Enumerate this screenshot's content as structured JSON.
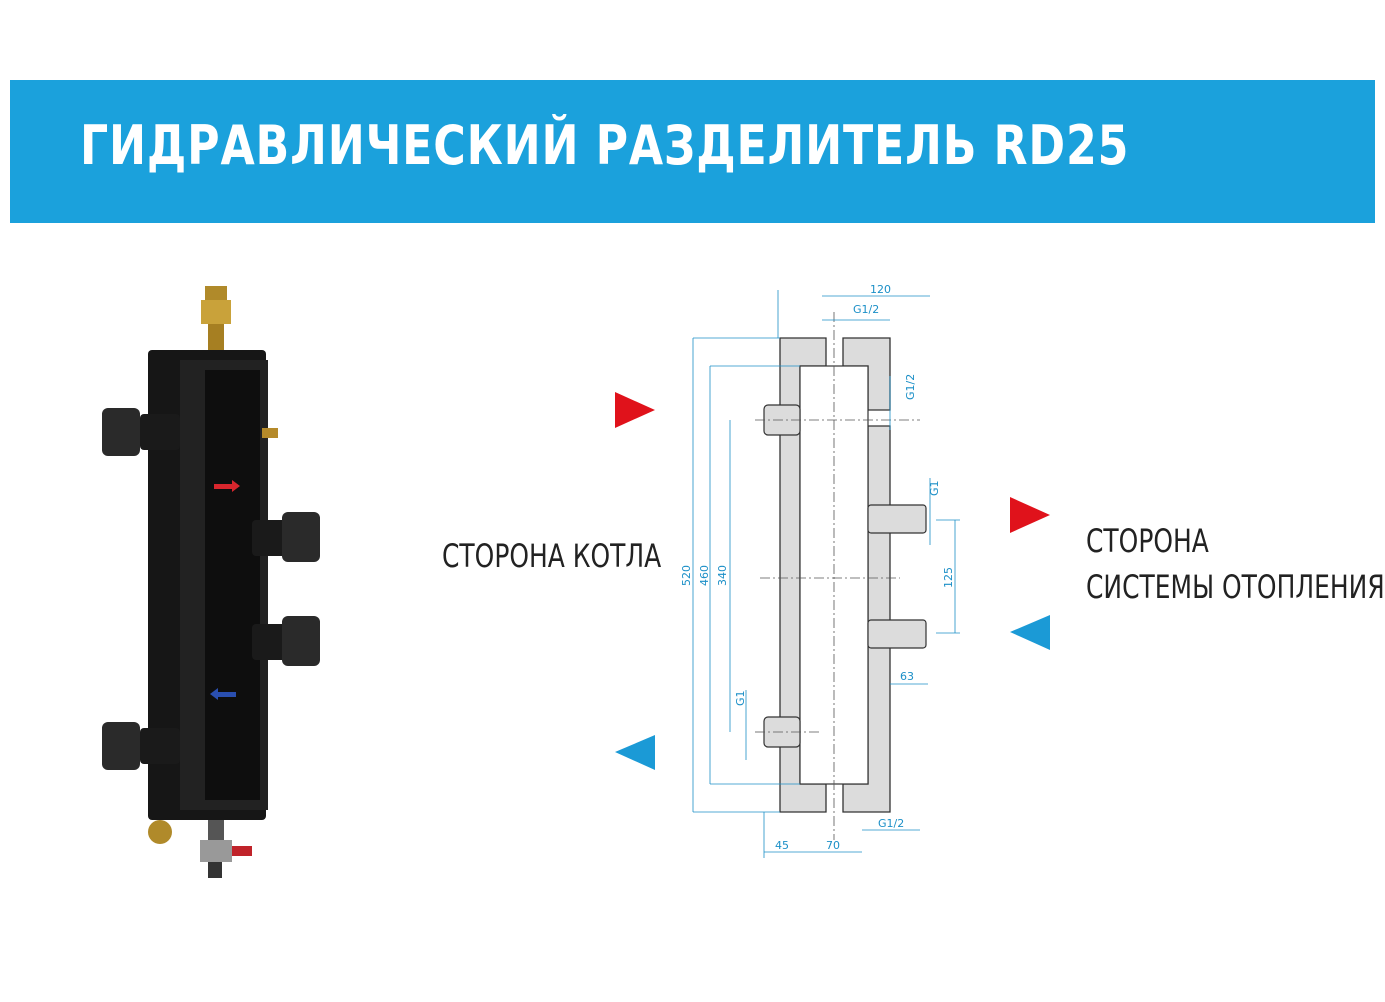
{
  "title": "ГИДРАВЛИЧЕСКИЙ РАЗДЕЛИТЕЛЬ RD25",
  "labels": {
    "boiler_side": "СТОРОНА КОТЛА",
    "system_side_line1": "СТОРОНА",
    "system_side_line2": "СИСТЕМЫ ОТОПЛЕНИЯ"
  },
  "dimensions": {
    "d120": "120",
    "g12_top": "G1/2",
    "g12_right": "G1/2",
    "g1_right": "G1",
    "d125": "125",
    "d63": "63",
    "d520": "520",
    "d460": "460",
    "d340": "340",
    "g1_left": "G1",
    "d45": "45",
    "d70": "70",
    "g12_bottom": "G1/2"
  },
  "colors": {
    "banner": "#1ba1dc",
    "hot_arrow": "#e0121b",
    "cold_arrow": "#1b9ad6",
    "dimension": "#1b8fc7",
    "body_gray": "#dcdcdc"
  }
}
